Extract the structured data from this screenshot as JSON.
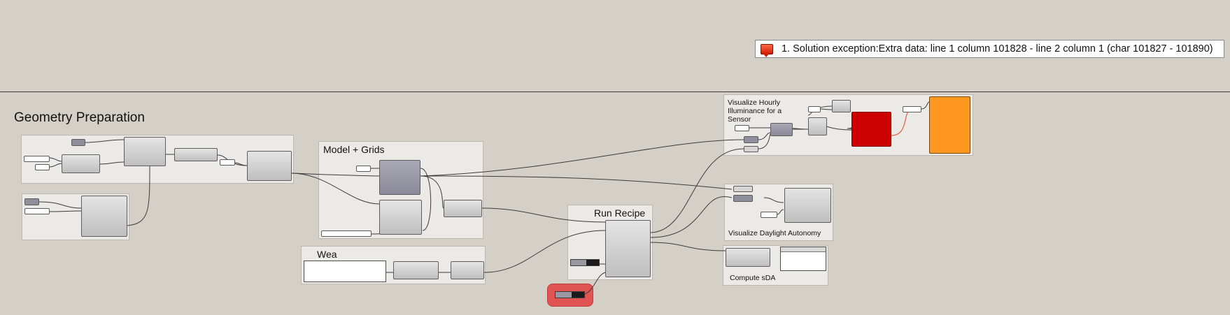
{
  "message": {
    "icon": "error-balloon-icon",
    "text": "1. Solution exception:Extra data: line 1 column 101828 - line 2 column 1 (char 101827 - 101890)"
  },
  "groups": {
    "geometry_preparation": "Geometry Preparation",
    "model_grids": "Model + Grids",
    "wea": "Wea",
    "run_recipe": "Run Recipe",
    "visualize_hourly": "Visualize Hourly Illuminance for a Sensor",
    "visualize_da": "Visualize Daylight Autonomy",
    "compute_sda": "Compute sDA"
  },
  "colors": {
    "canvas": "#d4d0c8",
    "group_fill": "#eeece8",
    "component": "#c8c8c8",
    "dark_component": "#8f8e9b",
    "error_component": "#cc0000",
    "warning_component": "#ff9820",
    "highlight_group": "#e05454",
    "wire": "#3c3c3c",
    "wire_error": "#e0604a"
  }
}
